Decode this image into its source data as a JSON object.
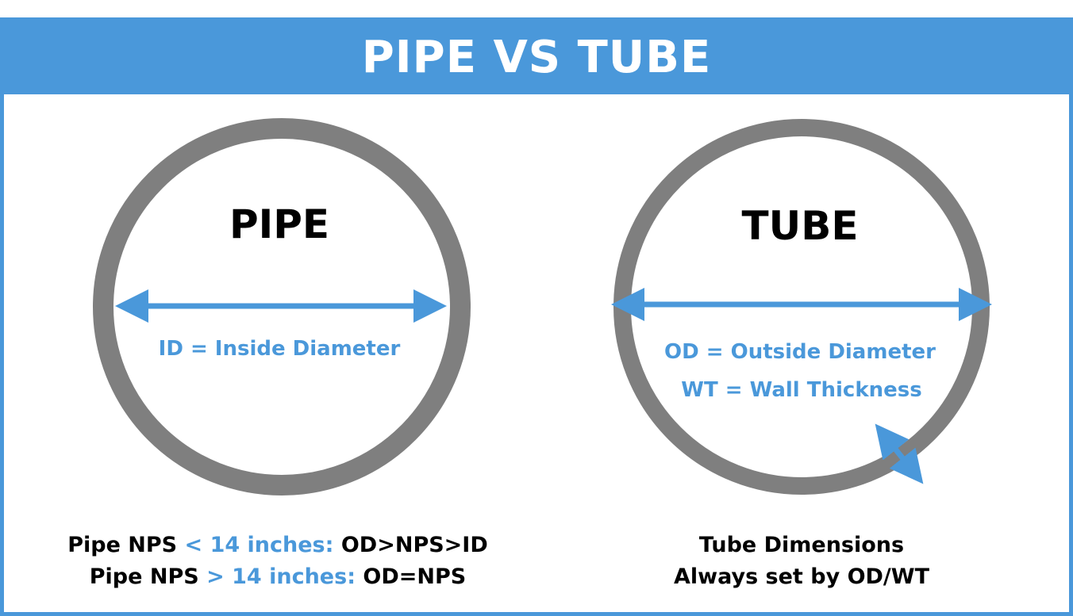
{
  "header": {
    "title": "PIPE VS TUBE"
  },
  "pipe": {
    "label": "PIPE",
    "dimension_label": "ID = Inside Diameter",
    "notes": [
      {
        "prefix": "Pipe NPS ",
        "condition": "< 14 inches",
        "separator": ":",
        "result": " OD>NPS>ID"
      },
      {
        "prefix": "Pipe NPS ",
        "condition": "> 14 inches",
        "separator": ":",
        "result": " OD=NPS"
      }
    ]
  },
  "tube": {
    "label": "TUBE",
    "dimension_label_od": "OD = Outside Diameter",
    "dimension_label_wt": "WT = Wall Thickness",
    "notes": [
      "Tube Dimensions",
      "Always set by OD/WT"
    ]
  },
  "colors": {
    "accent": "#4a98da",
    "ring": "#7f7f7f",
    "text": "#000000",
    "background": "#ffffff"
  }
}
